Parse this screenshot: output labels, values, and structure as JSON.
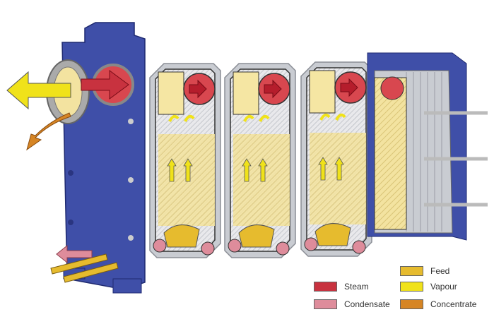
{
  "legend": [
    {
      "label": "Feed",
      "color": "#e6bb2e"
    },
    {
      "label": "Steam",
      "color": "#c8323f"
    },
    {
      "label": "Vapour",
      "color": "#f0e21a"
    },
    {
      "label": "Condensate",
      "color": "#de8c9b"
    },
    {
      "label": "Concentrate",
      "color": "#d68524"
    }
  ],
  "colors": {
    "frame": "#3f4fa8",
    "plate": "#c9ccd2"
  }
}
